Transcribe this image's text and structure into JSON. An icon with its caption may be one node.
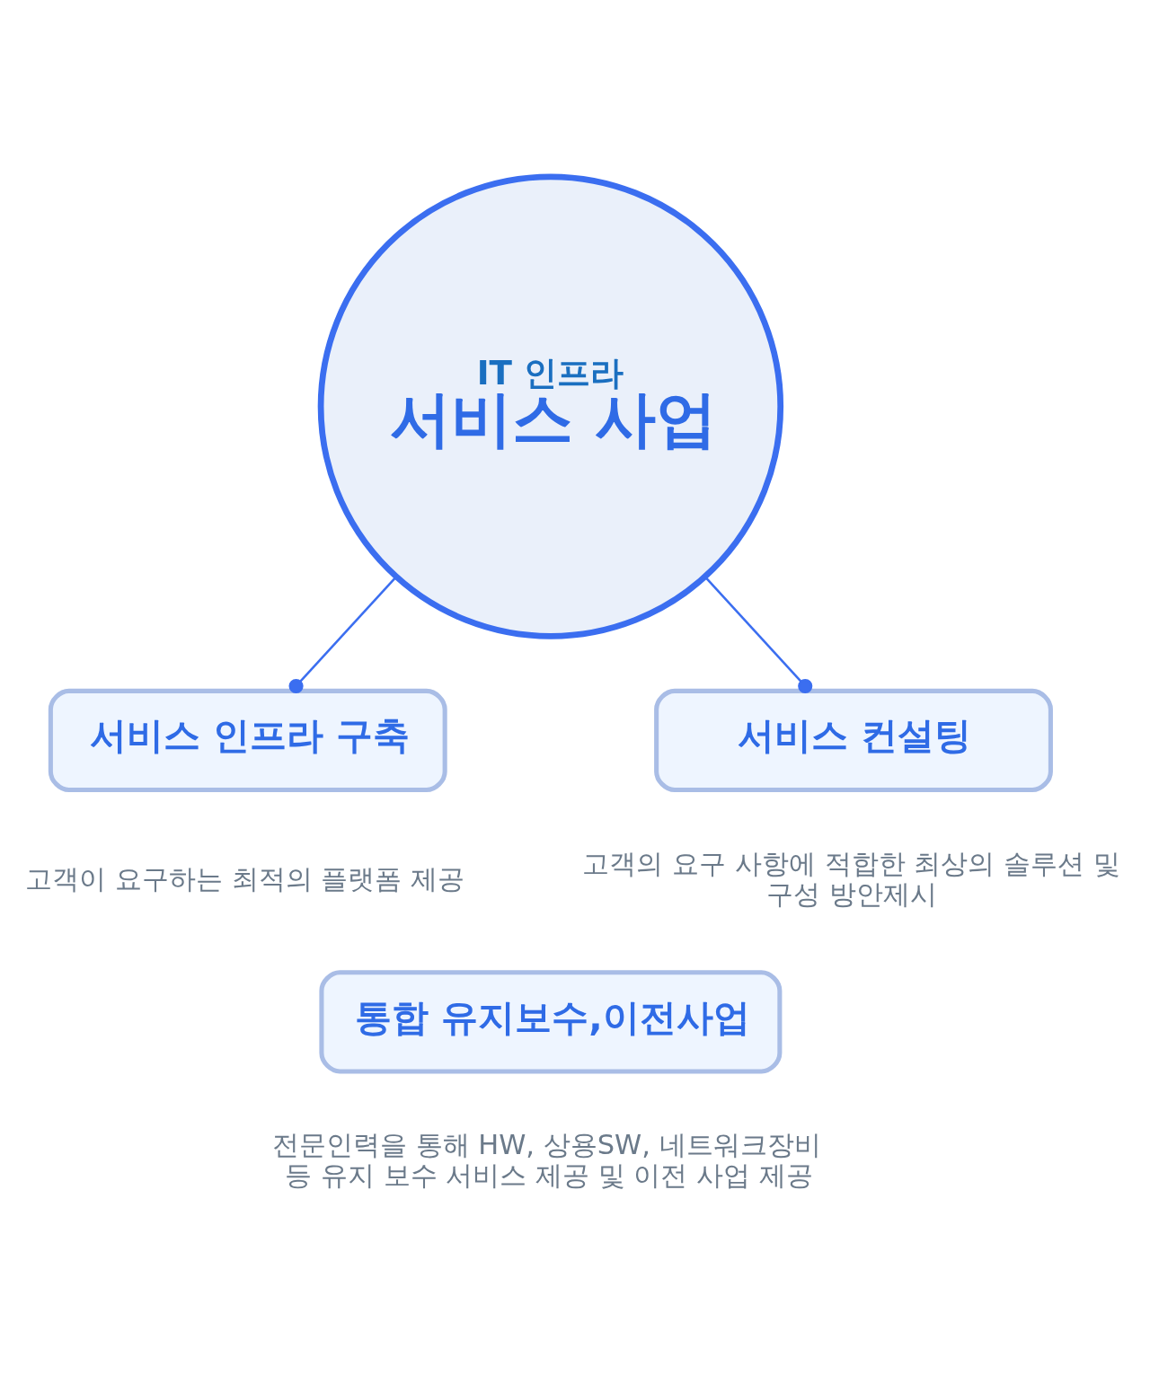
{
  "diagram": {
    "nodes": [
      {
        "text": [
          "IT 인프라",
          "서비스 사업"
        ]
      },
      {
        "text": [
          "서비스 인프라 구축"
        ],
        "beside": [
          "고객이 요구하는 최적의 플랫폼 제공"
        ]
      },
      {
        "text": [
          "서비스 컨설팅"
        ],
        "beside": [
          "고객의 요구 사항에 적합한 최상의 솔루션 및 구성 방안제시"
        ]
      },
      {
        "text": [
          "통합 유지보수,이전사업"
        ],
        "beside": [
          "전문인력을 통해 HW, 상용SW, 네트워크장비 등 유지 보수 서비스 제공 및 이전 사업 제공"
        ]
      }
    ],
    "edges": [
      {
        "from": 0,
        "to": 1,
        "arrow": "other"
      },
      {
        "from": 0,
        "to": 2,
        "arrow": "other"
      }
    ]
  }
}
